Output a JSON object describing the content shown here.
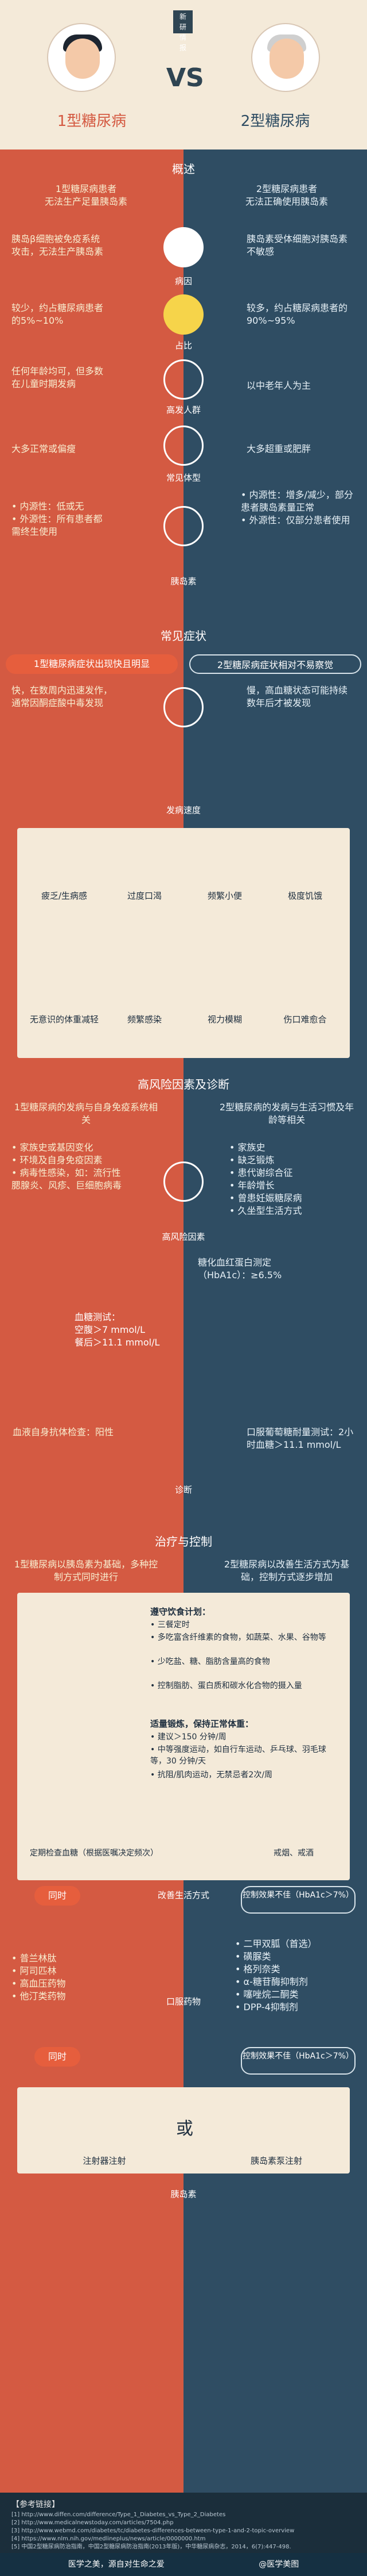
{
  "header": {
    "logo_text": "新\n研\n情\n报",
    "vs": "VS",
    "type1": "1型糖尿病",
    "type2": "2型糖尿病"
  },
  "sections": {
    "overview": "概述",
    "symptoms": "常见症状",
    "risk": "高风险因素及诊断",
    "treatment": "治疗与控制"
  },
  "overview": {
    "left_intro": "1型糖尿病患者\n无法生产足量胰岛素",
    "right_intro": "2型糖尿病患者\n无法正确使用胰岛素",
    "rows": [
      {
        "label": "病因",
        "left": "胰岛β细胞被免疫系统攻击，无法生产胰岛素",
        "right": "胰岛素受体细胞对胰岛素不敏感"
      },
      {
        "label": "占比",
        "left": "较少，约占糖尿病患者的5%~10%",
        "right": "较多，约占糖尿病患者的90%~95%"
      },
      {
        "label": "高发人群",
        "left": "任何年龄均可，但多数在儿童时期发病",
        "right": "以中老年人为主"
      },
      {
        "label": "常见体型",
        "left": "大多正常或偏瘦",
        "right": "大多超重或肥胖"
      },
      {
        "label": "胰岛素",
        "left": "• 内源性：低或无\n• 外源性：所有患者都需终生使用",
        "right": "• 内源性：增多/减少，部分患者胰岛素量正常\n• 外源性：仅部分患者使用"
      }
    ]
  },
  "symptoms": {
    "left_head": "1型糖尿病症状出现快且明显",
    "right_head": "2型糖尿病症状相对不易察觉",
    "speed_label": "发病速度",
    "left_speed": "快，在数周内迅速发作，通常因酮症酸中毒发现",
    "right_speed": "慢，高血糖状态可能持续数年后才被发现",
    "items": [
      "疲乏/生病感",
      "过度口渴",
      "频繁小便",
      "极度饥饿",
      "无意识的体重减轻",
      "频繁感染",
      "视力模糊",
      "伤口难愈合"
    ]
  },
  "risk": {
    "left_head": "1型糖尿病的发病与自身免疫系统相关",
    "right_head": "2型糖尿病的发病与生活习惯及年龄等相关",
    "left_list": "• 家族史或基因变化\n• 环境及自身免疫因素\n• 病毒性感染，如：流行性腮腺炎、风疹、巨细胞病毒",
    "right_list": "• 家族史\n• 缺乏锻炼\n• 患代谢综合征\n• 年龄增长\n• 曾患妊娠糖尿病\n• 久坐型生活方式",
    "center_label": "高风险因素",
    "hba1c": "糖化血红蛋白测定（HbA1c）：≥6.5%",
    "glucose_title": "血糖测试：",
    "glucose_fasting": "空腹＞7 mmol/L",
    "glucose_post": "餐后＞11.1 mmol/L",
    "left_test": "血液自身抗体检查：阳性",
    "right_test": "口服葡萄糖耐量测试：2小时血糖＞11.1 mmol/L",
    "diag_label": "诊断"
  },
  "treatment": {
    "left_head": "1型糖尿病以胰岛素为基础，多种控制方式同时进行",
    "right_head": "2型糖尿病以改善生活方式为基础，控制方式逐步增加",
    "diet_title": "遵守饮食计划：",
    "diet_items": [
      "• 三餐定时",
      "• 多吃富含纤维素的食物，如蔬菜、水果、谷物等",
      "• 少吃盐、糖、脂肪含量高的食物",
      "• 控制脂肪、蛋白质和碳水化合物的摄入量"
    ],
    "exercise_title": "适量锻炼，保持正常体重：",
    "exercise_items": [
      "• 建议＞150 分钟/周",
      "• 中等强度运动，如自行车运动、乒乓球、羽毛球等，30 分钟/天",
      "• 抗阻/肌肉运动，无禁忌者2次/周"
    ],
    "monitor": "定期检查血糖（根据医嘱决定频次）",
    "quit": "戒烟、戒酒",
    "lifestyle": "改善生活方式",
    "control_bad1": "控制效果不佳（HbA1c＞7%）",
    "oral_left": "• 普兰林肽\n• 阿司匹林\n• 高血压药物\n• 他汀类药物",
    "tongshi1": "同时",
    "oral_label": "口服药物",
    "oral_right": "• 二甲双胍（首选）\n• 磺脲类\n• 格列奈类\n• α-糖苷酶抑制剂\n• 噻唑烷二酮类\n• DPP-4抑制剂",
    "control_bad2": "控制效果不佳（HbA1c＞7%）",
    "tongshi2": "同时",
    "inject": "注射器注射",
    "or": "或",
    "pump": "胰岛素泵注射",
    "insulin": "胰岛素"
  },
  "references": {
    "title": "【参考链接】",
    "lines": [
      "[1] http://www.diffen.com/difference/Type_1_Diabetes_vs_Type_2_Diabetes",
      "[2] http://www.medicalnewstoday.com/articles/7504.php",
      "[3] http://www.webmd.com/diabetes/tc/diabetes-differences-between-type-1-and-2-topic-overview",
      "[4] https://www.nlm.nih.gov/medlineplus/news/article/0000000.htm",
      "[5] 中国2型糖尿病防治指南，中国2型糖尿病防治指南(2013年版)，中华糖尿病杂志，2014，6(7):447-498."
    ]
  },
  "footer": {
    "text": "医学之美，源自对生命之爱",
    "brand": "@医学美图"
  }
}
